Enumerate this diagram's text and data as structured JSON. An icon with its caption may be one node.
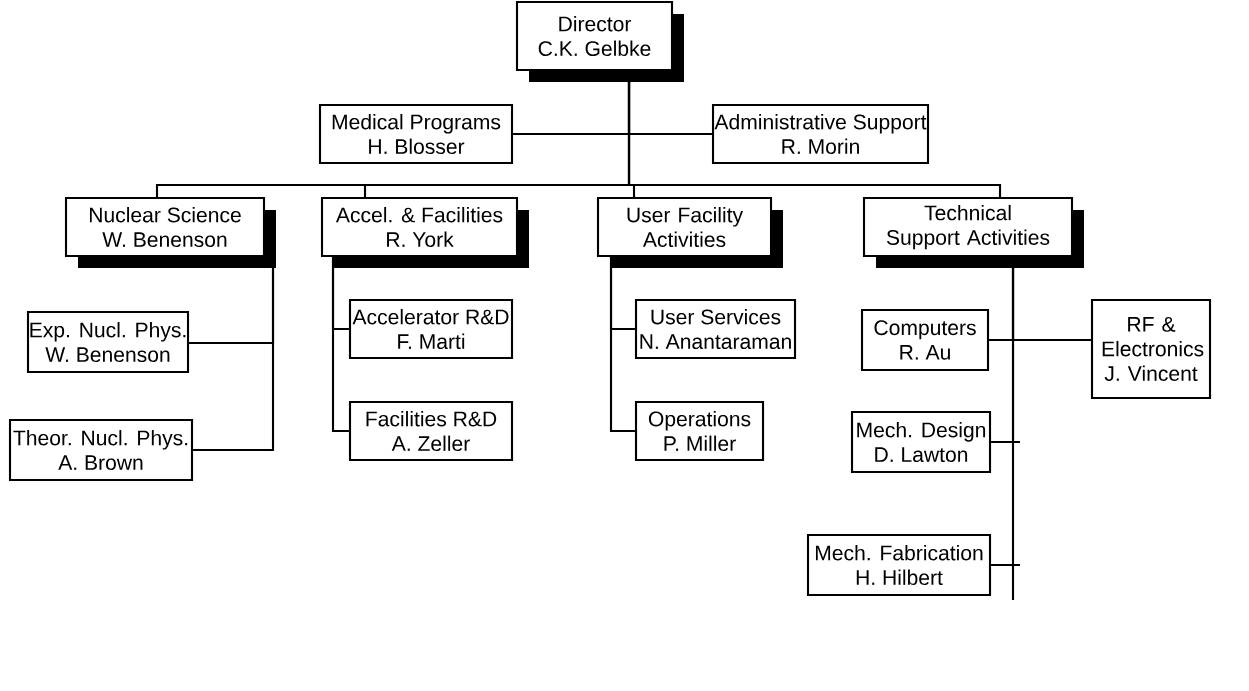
{
  "diagram": {
    "nodes": [
      {
        "text": [
          "Director",
          "C.K. Gelbke"
        ]
      },
      {
        "text": [
          "Medical Programs",
          "H. Blosser"
        ]
      },
      {
        "text": [
          "Administrative Support",
          "R. Morin"
        ]
      },
      {
        "text": [
          "Nuclear Science",
          "W. Benenson"
        ]
      },
      {
        "text": [
          "Accel. & Facilities",
          "R. York"
        ]
      },
      {
        "text": [
          "User Facility Activities"
        ]
      },
      {
        "text": [
          "Technical Support Activities"
        ]
      },
      {
        "text": [
          "Exp. Nucl. Phys.",
          "W. Benenson"
        ]
      },
      {
        "text": [
          "Theor. Nucl. Phys.",
          "A. Brown"
        ]
      },
      {
        "text": [
          "Accelerator R&D",
          "F. Marti"
        ]
      },
      {
        "text": [
          "Facilities R&D",
          "A. Zeller"
        ]
      },
      {
        "text": [
          "User Services",
          "N. Anantaraman"
        ]
      },
      {
        "text": [
          "Operations",
          "P. Miller"
        ]
      },
      {
        "text": [
          "Computers",
          "R. Au"
        ]
      },
      {
        "text": [
          "RF & Electronics",
          "J. Vincent"
        ]
      },
      {
        "text": [
          "Mech. Design",
          "D. Lawton"
        ]
      },
      {
        "text": [
          "Mech. Fabrication",
          "H. Hilbert"
        ]
      }
    ],
    "edges": [
      {
        "from": 0,
        "to": 1,
        "arrow": "none"
      },
      {
        "from": 0,
        "to": 2,
        "arrow": "none"
      },
      {
        "from": 0,
        "to": 3,
        "arrow": "none"
      },
      {
        "from": 0,
        "to": 4,
        "arrow": "none"
      },
      {
        "from": 0,
        "to": 5,
        "arrow": "none"
      },
      {
        "from": 0,
        "to": 6,
        "arrow": "none"
      },
      {
        "from": 3,
        "to": 7,
        "arrow": "none"
      },
      {
        "from": 3,
        "to": 8,
        "arrow": "none"
      },
      {
        "from": 4,
        "to": 9,
        "arrow": "none"
      },
      {
        "from": 4,
        "to": 10,
        "arrow": "none"
      },
      {
        "from": 5,
        "to": 11,
        "arrow": "none"
      },
      {
        "from": 5,
        "to": 12,
        "arrow": "none"
      },
      {
        "from": 6,
        "to": 13,
        "arrow": "none"
      },
      {
        "from": 6,
        "to": 14,
        "arrow": "none"
      },
      {
        "from": 6,
        "to": 15,
        "arrow": "none"
      },
      {
        "from": 6,
        "to": 16,
        "arrow": "none"
      }
    ]
  }
}
